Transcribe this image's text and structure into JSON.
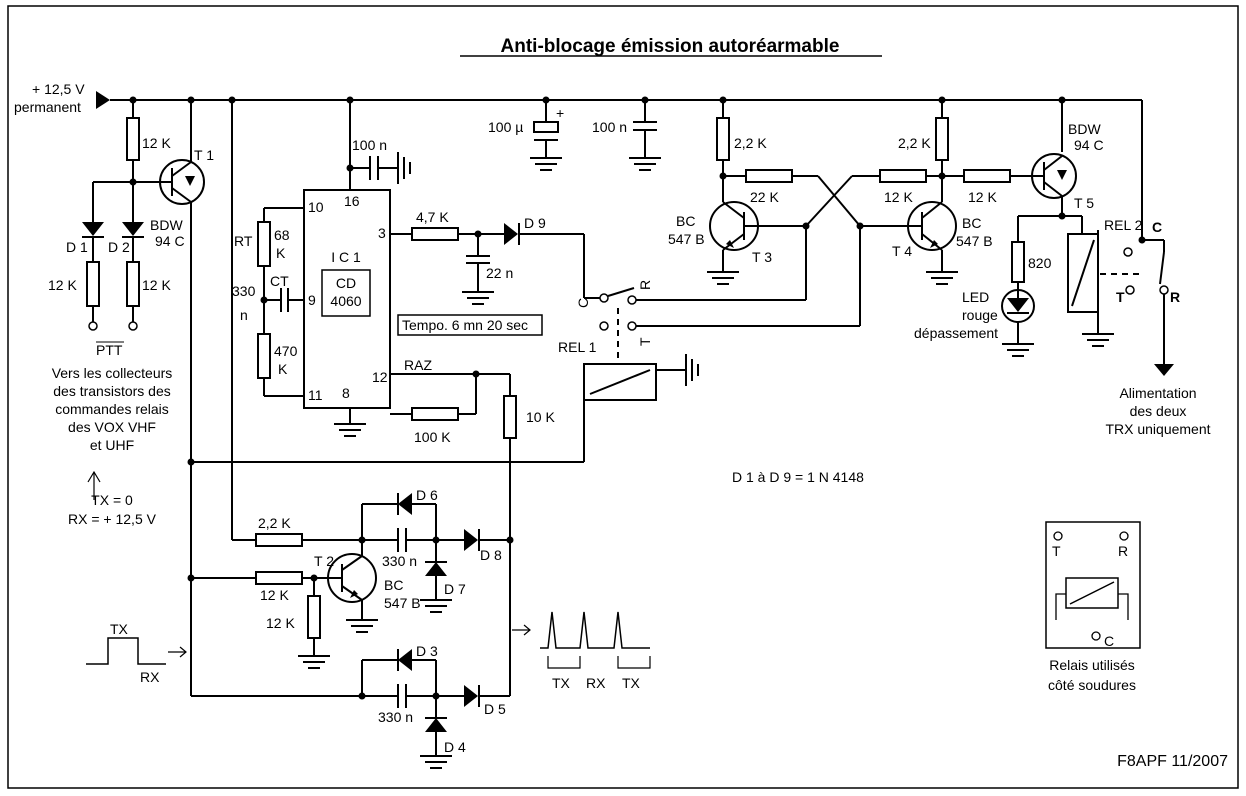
{
  "title": "Anti-blocage émission autoréarmable",
  "labels": {
    "supply_v": "+ 12,5 V",
    "supply_perm": "permanent",
    "r_12k_a": "12 K",
    "t1": "T 1",
    "t1_type1": "BDW",
    "t1_type2": "94 C",
    "d1": "D 1",
    "d2": "D 2",
    "r_12k_b": "12 K",
    "r_12k_c": "12 K",
    "ptt": "PTT",
    "note1": "Vers les collecteurs",
    "note2": "des transistors des",
    "note3": "commandes relais",
    "note4": "des VOX VHF",
    "note5": "et UHF",
    "tx0": "TX = 0",
    "rx": "RX = + 12,5 V",
    "c100n_a": "100 n",
    "pin10": "10",
    "pin16": "16",
    "pin3": "3",
    "pin9": "9",
    "pin11": "11",
    "pin8": "8",
    "pin12": "12",
    "rt": "RT",
    "rt_v1": "68",
    "rt_v2": "K",
    "ct": "CT",
    "ct_v1": "330",
    "ct_v2": "n",
    "r470_1": "470",
    "r470_2": "K",
    "ic1": "I C 1",
    "ic_type1": "CD",
    "ic_type2": "4060",
    "raz": "RAZ",
    "r4k7": "4,7 K",
    "d9": "D 9",
    "c22n": "22 n",
    "tempo": "Tempo. 6 mn 20 sec",
    "r100k": "100 K",
    "r10k": "10 K",
    "rel1": "REL 1",
    "rel1_c": "C",
    "rel1_r": "R",
    "rel1_t": "T",
    "c100u": "100 µ",
    "plus": "+",
    "c100n_b": "100 n",
    "r2k2_a": "2,2 K",
    "r22k": "22 K",
    "t3_type1": "BC",
    "t3_type2": "547 B",
    "t3": "T 3",
    "r2k2_b": "2,2 K",
    "r12k_d": "12 K",
    "t4": "T 4",
    "t4_type1": "BC",
    "t4_type2": "547 B",
    "r12k_e": "12 K",
    "t5_type1": "BDW",
    "t5_type2": "94 C",
    "t5": "T 5",
    "rel2": "REL 2",
    "r820": "820",
    "led1": "LED",
    "led2": "rouge",
    "led3": "dépassement",
    "rel2_c": "C",
    "rel2_t": "T",
    "rel2_r": "R",
    "alim1": "Alimentation",
    "alim2": "des deux",
    "alim3": "TRX uniquement",
    "r2k2_c": "2,2 K",
    "d6": "D 6",
    "c330n_a": "330 n",
    "d8": "D 8",
    "t2": "T 2",
    "r12k_f": "12 K",
    "t2_type1": "BC",
    "t2_type2": "547 B",
    "d7": "D 7",
    "r12k_g": "12 K",
    "diodes": "D 1 à D 9 = 1 N 4148",
    "tx_in": "TX",
    "rx_in": "RX",
    "d3": "D 3",
    "c330n_b": "330 n",
    "d5": "D 5",
    "d4": "D 4",
    "wave_tx1": "TX",
    "wave_rx": "RX",
    "wave_tx2": "TX",
    "relay_t": "T",
    "relay_r": "R",
    "relay_c": "C",
    "relay_note1": "Relais utilisés",
    "relay_note2": "côté soudures",
    "credit": "F8APF 11/2007"
  }
}
